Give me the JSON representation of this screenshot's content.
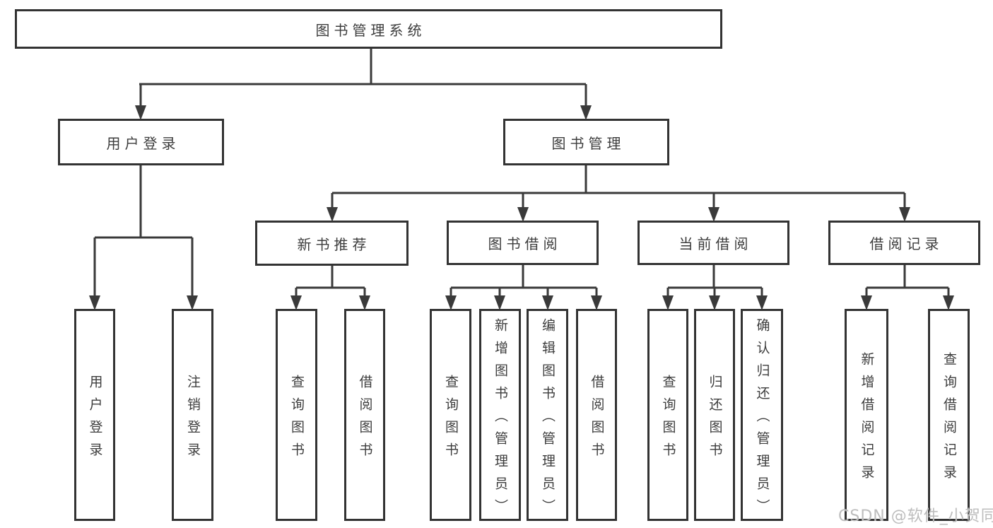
{
  "diagram": {
    "root": {
      "label": "图书管理系统"
    },
    "level2": [
      {
        "label": "用户登录"
      },
      {
        "label": "图书管理"
      }
    ],
    "level3": [
      {
        "label": "新书推荐"
      },
      {
        "label": "图书借阅"
      },
      {
        "label": "当前借阅"
      },
      {
        "label": "借阅记录"
      }
    ],
    "leaves": [
      {
        "label": "用户登录"
      },
      {
        "label": "注销登录"
      },
      {
        "label": "查询图书"
      },
      {
        "label": "借阅图书"
      },
      {
        "label": "查询图书"
      },
      {
        "label": "新增图书（管理员）"
      },
      {
        "label": "编辑图书（管理员）"
      },
      {
        "label": "借阅图书"
      },
      {
        "label": "查询图书"
      },
      {
        "label": "归还图书"
      },
      {
        "label": "确认归还（管理员）"
      },
      {
        "label": "新增借阅记录"
      },
      {
        "label": "查询借阅记录"
      }
    ]
  },
  "watermark": {
    "text": "CSDN @软件_小贺同学"
  },
  "colors": {
    "line": "#3a3a3a",
    "border": "#333333",
    "text": "#3d3d3d",
    "watermark": "#bdbdbd",
    "background": "#ffffff"
  }
}
